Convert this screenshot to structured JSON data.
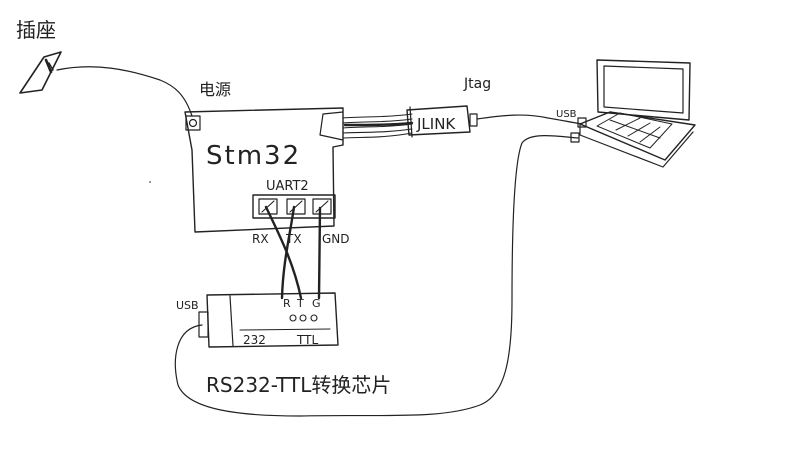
{
  "labels": {
    "socket": "插座",
    "power": "电源",
    "board": "Stm32",
    "uart": "UART2",
    "pin_rx": "RX",
    "pin_tx": "TX",
    "pin_gnd": "GND",
    "jtag": "Jtag",
    "jlink": "JLINK",
    "usb_laptop": "USB",
    "usb_module": "USB",
    "mod_r": "R",
    "mod_t": "T",
    "mod_g": "G",
    "mod_232": "232",
    "mod_ttl": "TTL",
    "module_caption": "RS232-TTL转换芯片"
  }
}
